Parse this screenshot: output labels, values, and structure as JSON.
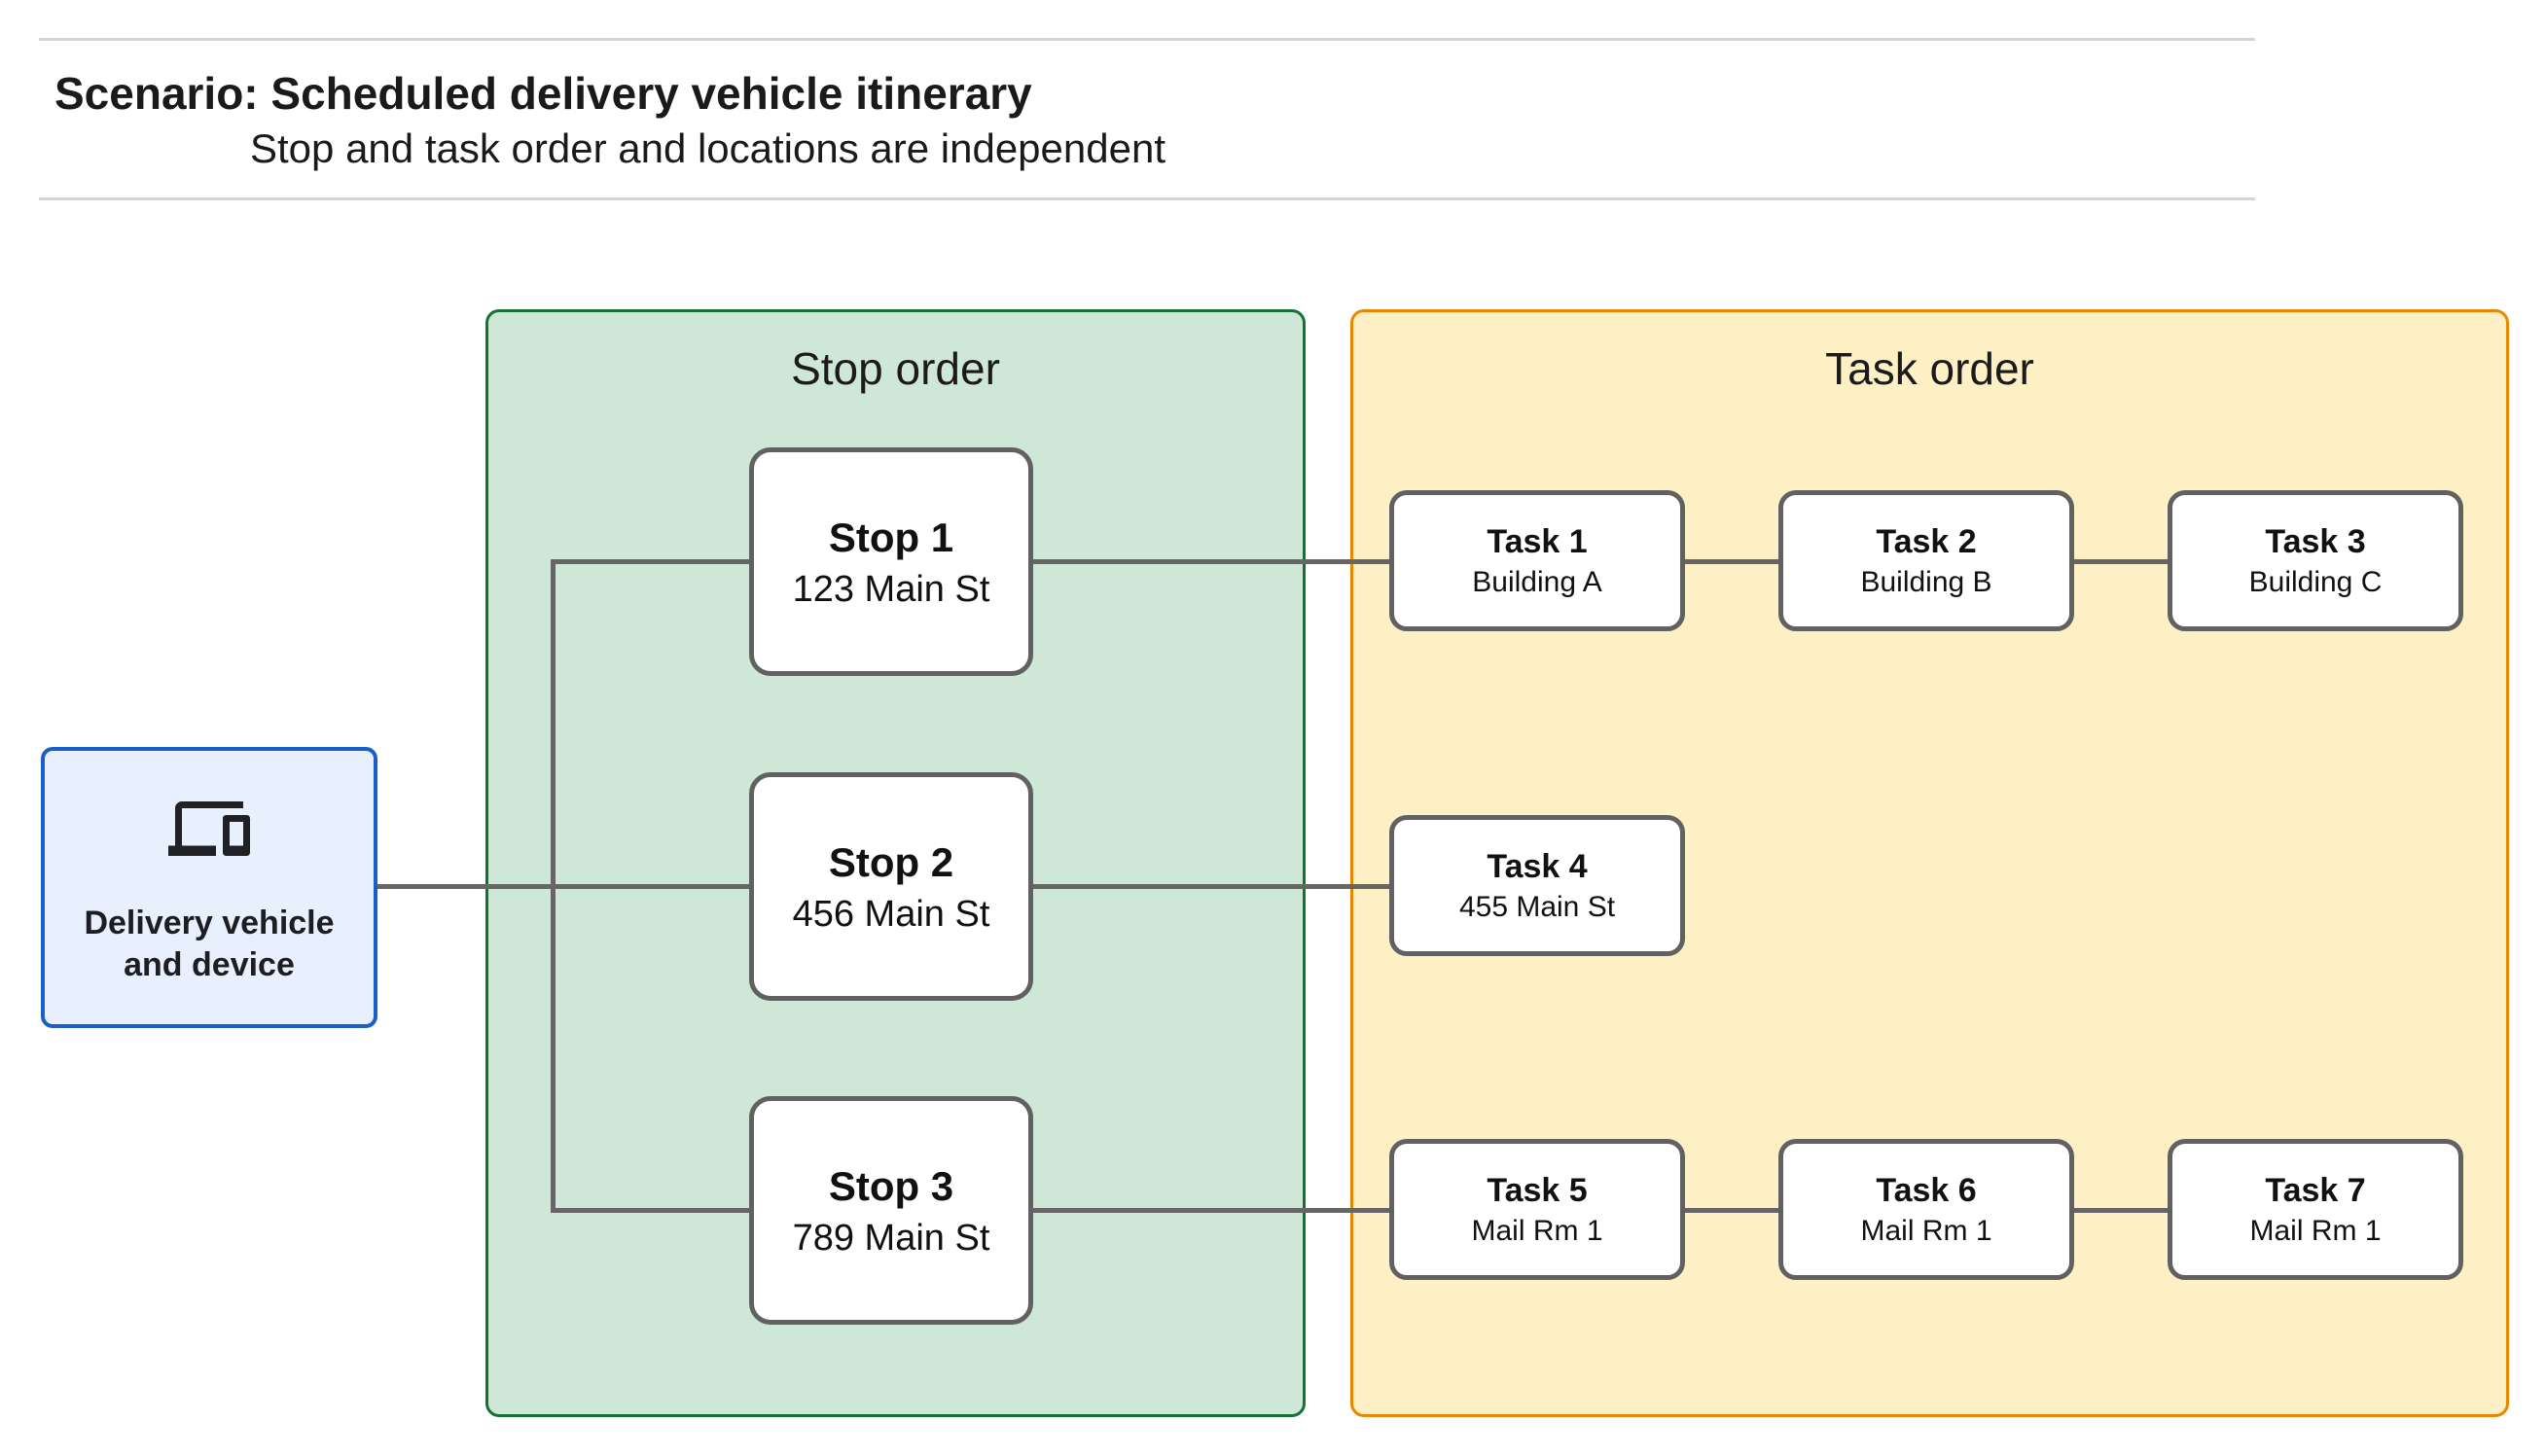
{
  "header": {
    "title": "Scenario: Scheduled delivery vehicle itinerary",
    "subtitle": "Stop and task order and locations are independent"
  },
  "colors": {
    "stop_panel_fill": "#cfe7d6",
    "stop_panel_border": "#137333",
    "task_panel_fill": "#fdf0c5",
    "task_panel_border": "#ea8600",
    "source_fill": "#e8f0fe",
    "source_border": "#1a5fc8",
    "node_border": "#616161",
    "connector": "#666666",
    "divider": "#d4d4d4",
    "text": "#202124"
  },
  "diagram": {
    "source": {
      "label": "Delivery vehicle and device",
      "icon": "devices-icon"
    },
    "stop_panel": {
      "title": "Stop order"
    },
    "task_panel": {
      "title": "Task order"
    },
    "stops": [
      {
        "title": "Stop 1",
        "subtitle": "123 Main St"
      },
      {
        "title": "Stop 2",
        "subtitle": "456 Main St"
      },
      {
        "title": "Stop 3",
        "subtitle": "789 Main St"
      }
    ],
    "tasks": [
      {
        "title": "Task 1",
        "subtitle": "Building A"
      },
      {
        "title": "Task 2",
        "subtitle": "Building B"
      },
      {
        "title": "Task 3",
        "subtitle": "Building C"
      },
      {
        "title": "Task 4",
        "subtitle": "455 Main St"
      },
      {
        "title": "Task 5",
        "subtitle": "Mail Rm 1"
      },
      {
        "title": "Task 6",
        "subtitle": "Mail Rm 1"
      },
      {
        "title": "Task 7",
        "subtitle": "Mail Rm 1"
      }
    ]
  }
}
